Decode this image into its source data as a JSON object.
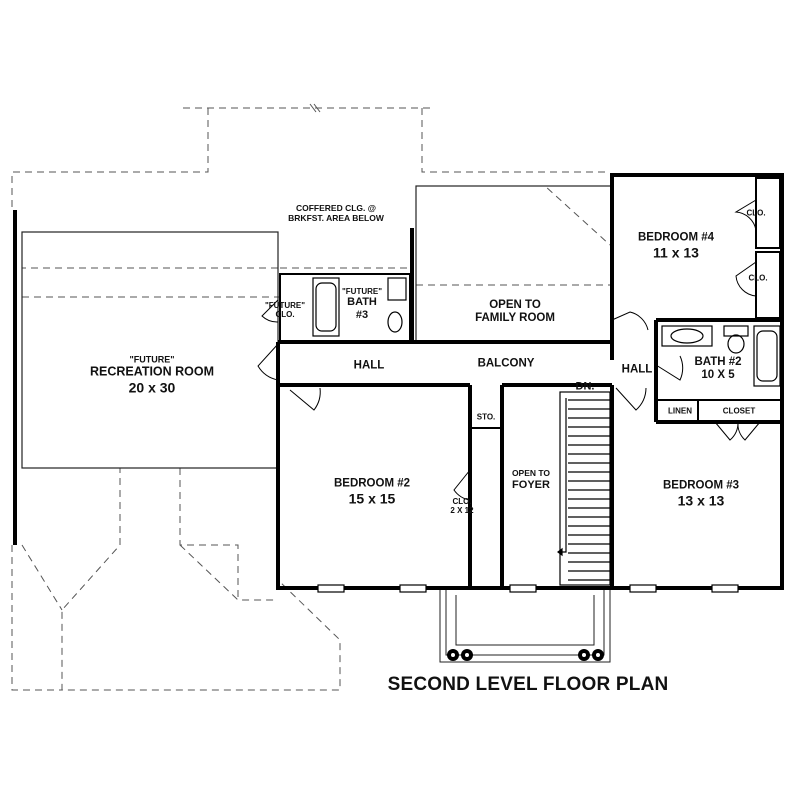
{
  "plan": {
    "title": "SECOND LEVEL FLOOR PLAN",
    "notes": {
      "coffered_line1": "COFFERED CLG. @",
      "coffered_line2": "BRKFST. AREA BELOW"
    },
    "rooms": {
      "recreation": {
        "tag": "\"FUTURE\"",
        "name": "RECREATION ROOM",
        "size": "20 x 30"
      },
      "bedroom2": {
        "name": "BEDROOM #2",
        "size": "15 x 15"
      },
      "bedroom3": {
        "name": "BEDROOM #3",
        "size": "13 x 13"
      },
      "bedroom4": {
        "name": "BEDROOM #4",
        "size": "11 x 13"
      },
      "bath2": {
        "name": "BATH #2",
        "size": "10 X 5"
      },
      "bath3": {
        "tag": "\"FUTURE\"",
        "name": "BATH",
        "num": "#3"
      },
      "open_family": {
        "line1": "OPEN TO",
        "line2": "FAMILY ROOM"
      },
      "open_foyer": {
        "line1": "OPEN TO",
        "line2": "FOYER"
      },
      "hall_left": "HALL",
      "hall_right": "HALL",
      "balcony": "BALCONY",
      "stair_dn": "DN.",
      "sto": "STO.",
      "clo_bed2": {
        "line1": "CLO.",
        "line2": "2 X 12"
      },
      "clo_future": {
        "line1": "\"FUTURE\"",
        "line2": "CLO."
      },
      "clo_bed4_a": "CLO.",
      "clo_bed4_b": "CLO.",
      "linen": "LINEN",
      "closet": "CLOSET"
    }
  }
}
